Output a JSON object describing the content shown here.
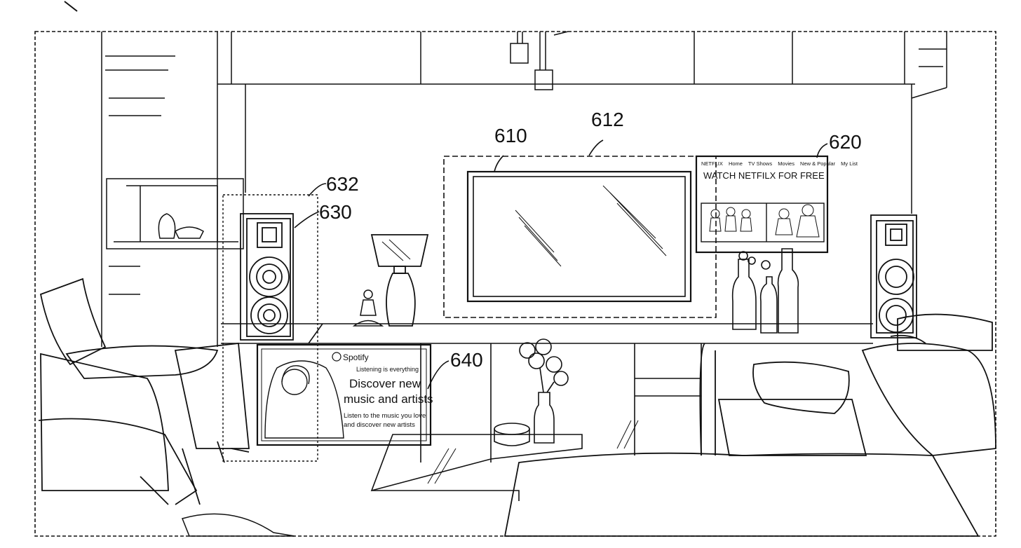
{
  "labels": {
    "label_610": "610",
    "label_612": "612",
    "label_620": "620",
    "label_630": "630",
    "label_632": "632",
    "label_640": "640"
  },
  "netflix_panel": {
    "nav": [
      "NETFLIX",
      "Home",
      "TV Shows",
      "Movies",
      "New & Popular",
      "My List"
    ],
    "headline": "WATCH NETFILX FOR FREE"
  },
  "spotify_panel": {
    "brand": "Spotify",
    "tagline": "Listening is everything",
    "heading_line1": "Discover new",
    "heading_line2": "music and artists",
    "body_line1": "Listen to the music you love",
    "body_line2": "and discover new artists"
  },
  "colors": {
    "line": "#111111",
    "background": "#ffffff"
  }
}
